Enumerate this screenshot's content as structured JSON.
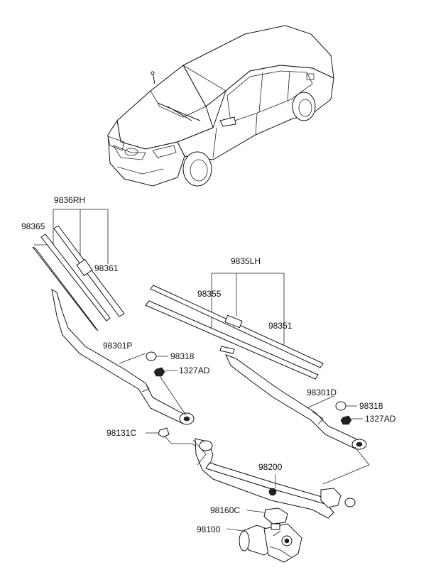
{
  "labels": {
    "assy_rh": "9836RH",
    "blade_rh_refill": "98365",
    "blade_rh": "98361",
    "assy_lh": "9835LH",
    "blade_lh_refill": "98355",
    "blade_lh": "98351",
    "arm_passenger": "98301P",
    "cap_left": "98318",
    "nut_left": "1327AD",
    "arm_driver": "98301D",
    "cap_right": "98318",
    "nut_right": "1327AD",
    "pivot_cap": "98131C",
    "linkage": "98200",
    "bracket": "98160C",
    "motor": "98100"
  }
}
